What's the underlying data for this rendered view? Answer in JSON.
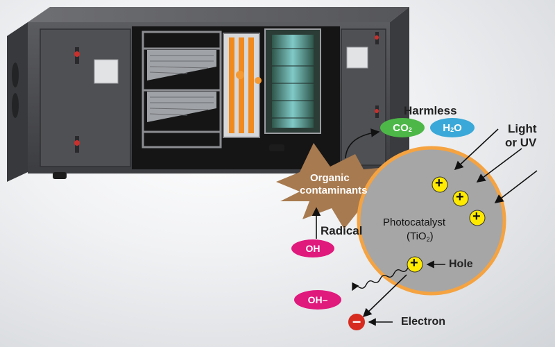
{
  "labels": {
    "harmless": "Harmless",
    "co2_main": "CO",
    "co2_sub": "2",
    "h2o_main": "H",
    "h2o_sub": "2",
    "h2o_tail": "O",
    "light_line1": "Light",
    "light_line2": "or UV",
    "organic_line1": "Organic",
    "organic_line2": "contaminants",
    "photocatalyst": "Photocatalyst",
    "tio2_open": "(TiO",
    "tio2_sub": "2",
    "tio2_close": ")",
    "radical": "Radical",
    "oh": "OH",
    "oh_minus": "OH–",
    "hole": "Hole",
    "electron": "Electron",
    "plus": "+",
    "minus": "–"
  },
  "colors": {
    "co2_pill": "#4db848",
    "h2o_pill": "#3aa8d8",
    "oh_pill": "#e0197d",
    "contaminant_blob": "#a87a4f",
    "catalyst_fill": "#a6a6a6",
    "catalyst_ring": "#f5a341",
    "hole_fill": "#ffea00",
    "electron_fill": "#d62b1e",
    "unit_body": "#4a4b4f",
    "filter_orange": "#f08a1e"
  },
  "icons": {
    "hole_marker": "plus-icon",
    "electron_marker": "minus-icon"
  }
}
